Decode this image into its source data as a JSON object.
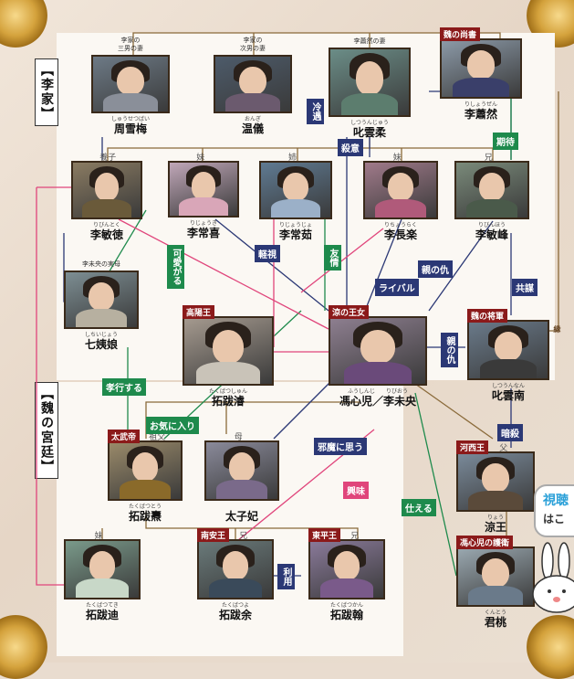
{
  "groups": {
    "li": "【李家】",
    "wei": "【魏の宮廷】"
  },
  "people": [
    {
      "id": "zhou",
      "name": "周雪梅",
      "ruby": "しゅうせつばい",
      "caption": "李家の\n三男の妻",
      "robe": "#8a8f99",
      "bg": "#6d7a86"
    },
    {
      "id": "wen",
      "name": "温儀",
      "ruby": "おんぎ",
      "caption": "李家の\n次男の妻",
      "robe": "#6b5a6e",
      "bg": "#4d5b6a"
    },
    {
      "id": "chi",
      "name": "叱雲柔",
      "ruby": "しつうんじゅう",
      "caption": "李蕭然の妻",
      "robe": "#5c7d6e",
      "bg": "#6b8d87"
    },
    {
      "id": "xiao",
      "name": "李蕭然",
      "ruby": "りしょうぜん",
      "title": "魏の尚書",
      "robe": "#3a3f6a",
      "bg": "#8c9aa8"
    },
    {
      "id": "mind",
      "name": "李敏徳",
      "ruby": "りびんとく",
      "relation": "養子",
      "robe": "#6a5a3a",
      "bg": "#8a7b62"
    },
    {
      "id": "cxi",
      "name": "李常喜",
      "ruby": "りじょうき",
      "relation": "妹",
      "robe": "#d9a6b8",
      "bg": "#c0a7b8"
    },
    {
      "id": "cru",
      "name": "李常茹",
      "ruby": "りじょうじょ",
      "relation": "姉",
      "robe": "#9bb0c8",
      "bg": "#5f7a92"
    },
    {
      "id": "cle",
      "name": "李長楽",
      "ruby": "りちょうらく",
      "relation": "妹",
      "robe": "#b05a7a",
      "bg": "#a07a8a"
    },
    {
      "id": "minf",
      "name": "李敏峰",
      "ruby": "りびんほう",
      "relation": "兄",
      "robe": "#4a5a4a",
      "bg": "#7a8a7a"
    },
    {
      "id": "qi",
      "name": "七姨娘",
      "ruby": "しちいじょう",
      "caption": "李未央の実母",
      "robe": "#b7b0a0",
      "bg": "#7d8e93"
    },
    {
      "id": "tuobajun",
      "name": "拓跋濬",
      "ruby": "たくばつしゅん",
      "title": "高陽王",
      "robe": "#c9c3b8",
      "bg": "#a59a8f"
    },
    {
      "id": "feng",
      "name": "馮心児／李未央",
      "ruby": "ふうしんじ　　りびおう",
      "title": "涼の王女",
      "robe": "#6a4a7a",
      "bg": "#8e7f90"
    },
    {
      "id": "chiyunnan",
      "name": "叱雲南",
      "ruby": "しつうんなん",
      "title": "魏の将軍",
      "robe": "#3a3a3a",
      "bg": "#6a7a8a"
    },
    {
      "id": "emperor",
      "name": "拓跋燾",
      "ruby": "たくばつとう",
      "title": "太武帝",
      "relation": "祖父",
      "robe": "#8a6a2a",
      "bg": "#9a8a6a"
    },
    {
      "id": "prince",
      "name": "太子妃",
      "ruby": "",
      "relation": "母",
      "robe": "#7a6a8a",
      "bg": "#8a8a9a"
    },
    {
      "id": "liang",
      "name": "涼王",
      "ruby": "りょう",
      "title": "河西王",
      "relation": "父",
      "robe": "#5a4a3a",
      "bg": "#7a8a9a"
    },
    {
      "id": "tuobadi",
      "name": "拓跋迪",
      "ruby": "たくばつてき",
      "relation": "妹",
      "robe": "#c8d8c8",
      "bg": "#7a9a8a"
    },
    {
      "id": "tuobayu",
      "name": "拓跋余",
      "ruby": "たくばつよ",
      "title": "南安王",
      "relation": "兄",
      "robe": "#3a4a5a",
      "bg": "#6a7a7a"
    },
    {
      "id": "tuobahan",
      "name": "拓跋翰",
      "ruby": "たくばつかん",
      "title": "東平王",
      "relation": "兄",
      "robe": "#7a5a8a",
      "bg": "#8a7a9a"
    },
    {
      "id": "juntao",
      "name": "君桃",
      "ruby": "くんとう",
      "title": "馮心児の護衛",
      "robe": "#6a7a8a",
      "bg": "#9aa8b0"
    }
  ],
  "labels": {
    "lengyu": "冷遇",
    "shayi": "殺意",
    "qidai": "期待",
    "keaigaru": "可愛がる",
    "qingshi": "軽視",
    "youqing": "友情",
    "chouyou": "親の仇",
    "rival": "ライバル",
    "gongmou": "共謀",
    "chouyou2": "親の仇",
    "xiaoxing": "孝行する",
    "okini": "お気に入り",
    "jama": "邪魔に思う",
    "ansha": "暗殺",
    "xingwei": "興味",
    "shiyong": "利用",
    "shieru": "仕える",
    "yuan": "縁"
  },
  "bubble": {
    "line1": "視聴",
    "line2": "はこ"
  },
  "colors": {
    "navy": "#2b3875",
    "green": "#1e8a4c",
    "pink": "#e0457b",
    "brown": "#8a6a3a"
  }
}
